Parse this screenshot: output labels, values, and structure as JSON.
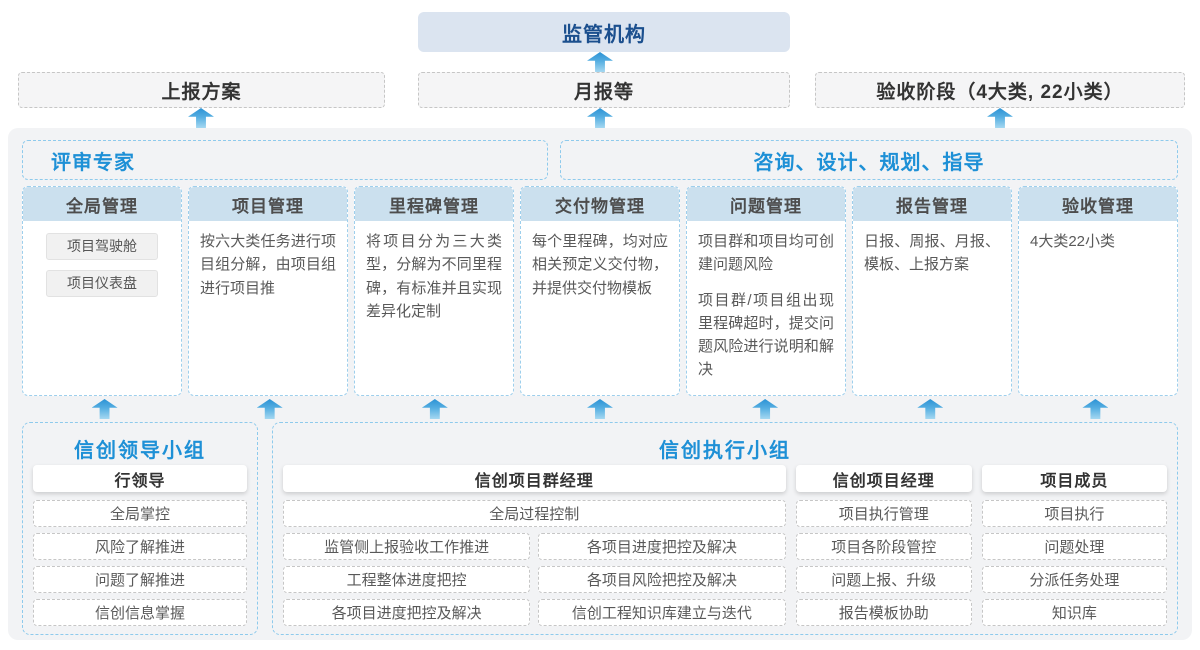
{
  "top": {
    "regulator_label": "监管机构",
    "report_boxes": [
      {
        "label": "上报方案"
      },
      {
        "label": "月报等"
      },
      {
        "label": "验收阶段（4大类, 22小类）"
      }
    ]
  },
  "main": {
    "expert_label": "评审专家",
    "consult_label": "咨询、设计、规划、指导",
    "columns": [
      {
        "title": "全局管理",
        "chips": [
          "项目驾驶舱",
          "项目仪表盘"
        ]
      },
      {
        "title": "项目管理",
        "paragraphs": [
          "按六大类任务进行项目组分解，由项目组进行项目推"
        ]
      },
      {
        "title": "里程碑管理",
        "paragraphs": [
          "将项目分为三大类型，分解为不同里程碑，有标准并且实现差异化定制"
        ]
      },
      {
        "title": "交付物管理",
        "paragraphs": [
          "每个里程碑，均对应相关预定义交付物，并提供交付物模板"
        ]
      },
      {
        "title": "问题管理",
        "paragraphs": [
          "项目群和项目均可创建问题风险",
          "项目群/项目组出现里程碑超时，提交问题风险进行说明和解决"
        ]
      },
      {
        "title": "报告管理",
        "paragraphs": [
          "日报、周报、月报、模板、上报方案"
        ]
      },
      {
        "title": "验收管理",
        "paragraphs": [
          "4大类22小类"
        ]
      }
    ]
  },
  "bottom": {
    "leader_group": {
      "title": "信创领导小组",
      "role": "行领导",
      "items": [
        "全局掌控",
        "风险了解推进",
        "问题了解推进",
        "信创信息掌握"
      ]
    },
    "executor_group": {
      "title": "信创执行小组",
      "program_manager": {
        "role": "信创项目群经理",
        "full_item": "全局过程控制",
        "left_items": [
          "监管侧上报验收工作推进",
          "工程整体进度把控",
          "各项目进度把控及解决"
        ],
        "right_items": [
          "各项目进度把控及解决",
          "各项目风险把控及解决",
          "信创工程知识库建立与迭代"
        ]
      },
      "project_manager": {
        "role": "信创项目经理",
        "items": [
          "项目执行管理",
          "项目各阶段管控",
          "问题上报、升级",
          "报告模板协助"
        ]
      },
      "member": {
        "role": "项目成员",
        "items": [
          "项目执行",
          "问题处理",
          "分派任务处理",
          "知识库"
        ]
      }
    }
  },
  "colors": {
    "accent_blue": "#1e90d6",
    "regulator_bg": "#dbe4f0",
    "regulator_text": "#1b4f8e",
    "column_header_bg": "#cbe0ee",
    "container_bg": "#f2f3f5",
    "dashed_blue_border": "#8ecaec",
    "arrow_top": "#2b93d5",
    "arrow_bottom": "#a5d8f1"
  }
}
